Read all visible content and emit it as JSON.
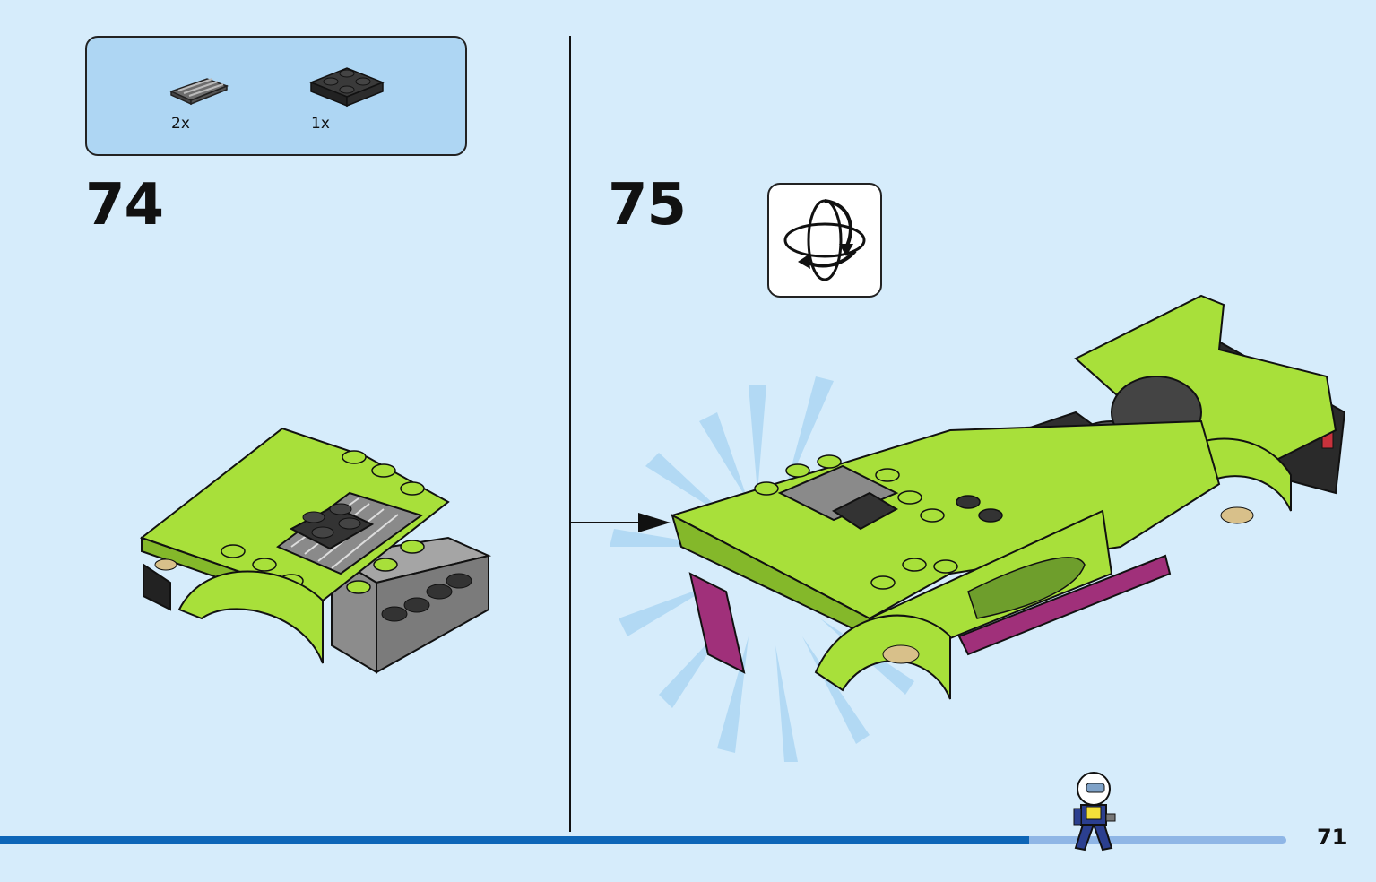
{
  "parts_list": {
    "items": [
      {
        "qty": "2x",
        "icon": "dark-gray-grille-tile-icon"
      },
      {
        "qty": "1x",
        "icon": "black-2x2-plate-icon"
      }
    ]
  },
  "steps": [
    {
      "number": "74"
    },
    {
      "number": "75",
      "callout": "rotate-model-icon"
    }
  ],
  "colors": {
    "background": "#d6ecfb",
    "lime": "#a8e03a",
    "magenta": "#a0307a",
    "progress": "#0d66b8",
    "progress_track": "#8fb6e6"
  },
  "footer": {
    "page_number": "71",
    "progress_fraction": 0.8
  }
}
